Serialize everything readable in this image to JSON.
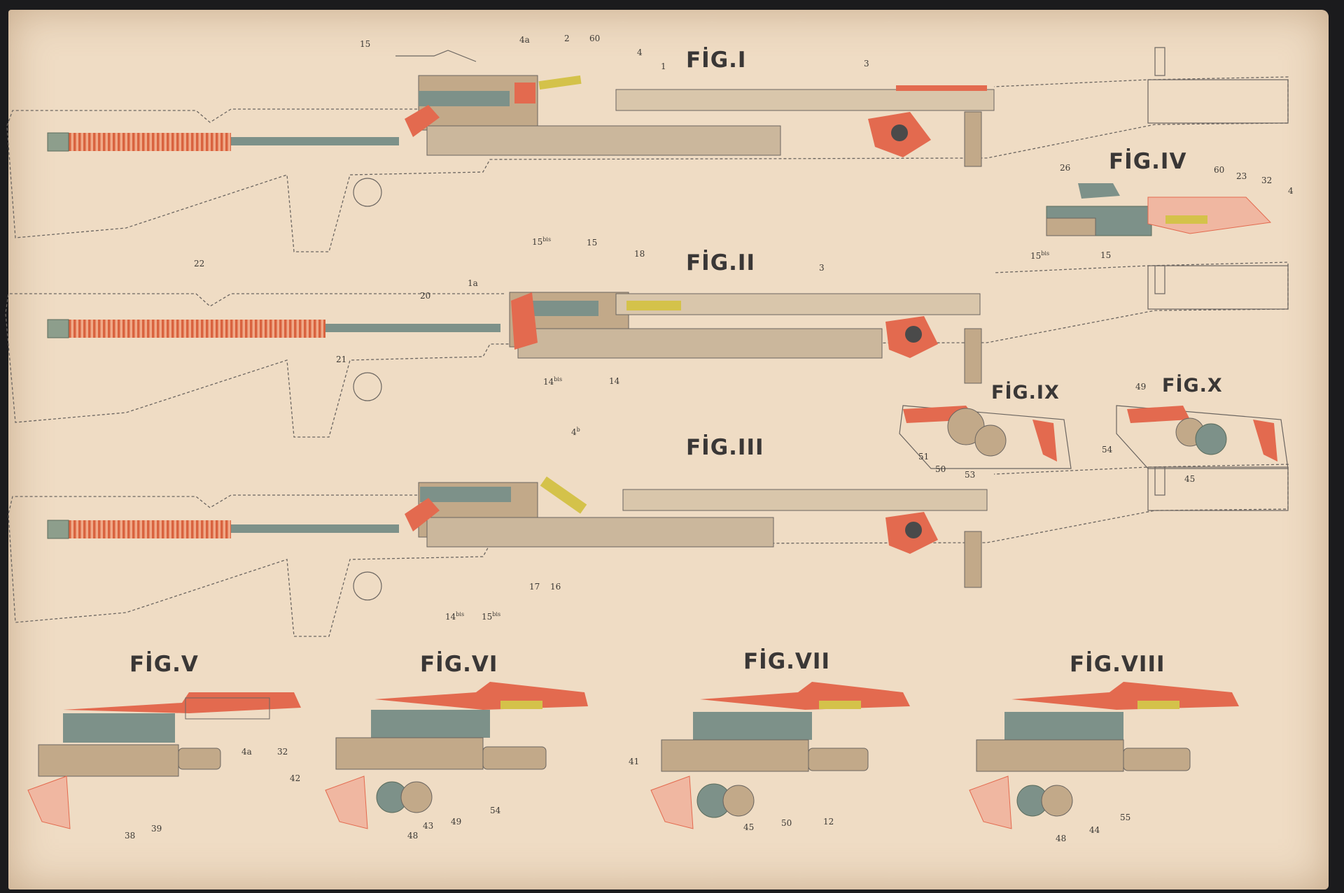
{
  "figures": {
    "fig1": "FİG.I",
    "fig2": "FİG.II",
    "fig3": "FİG.III",
    "fig4": "FİG.IV",
    "fig5": "FİG.V",
    "fig6": "FİG.VI",
    "fig7": "FİG.VII",
    "fig8": "FİG.VIII",
    "fig9": "FİG.IX",
    "fig10": "FİG.X"
  },
  "callouts": {
    "fig1": {
      "c15": "15",
      "c4a": "4a",
      "c2": "2",
      "c60": "60",
      "c4": "4",
      "c1": "1",
      "c3": "3"
    },
    "fig2": {
      "c15bis": "15",
      "c15bis_sup": "bis",
      "c15": "15",
      "c18": "18",
      "c1a": "1a",
      "c3": "3",
      "c22": "22",
      "c20": "20",
      "c21": "21",
      "c14bis": "14",
      "c14bis_sup": "bis",
      "c14": "14"
    },
    "fig3": {
      "c4b": "4",
      "c4b_sup": "b",
      "c17": "17",
      "c16": "16",
      "c14bis": "14",
      "c14bis_sup": "bis",
      "c15bis": "15",
      "c15bis_sup": "bis"
    },
    "fig4": {
      "c26": "26",
      "c60": "60",
      "c23": "23",
      "c32": "32",
      "c4": "4",
      "c15bis": "15",
      "c15bis_sup": "bis",
      "c15": "15"
    },
    "fig5": {
      "c4a": "4a",
      "c32": "32",
      "c38": "38",
      "c39": "39"
    },
    "fig6": {
      "c42": "42",
      "c54": "54",
      "c48": "48",
      "c43": "43",
      "c49": "49"
    },
    "fig7": {
      "c41": "41",
      "c45": "45",
      "c50": "50",
      "c12": "12"
    },
    "fig8": {
      "c48": "48",
      "c44": "44",
      "c55": "55"
    },
    "fig9": {
      "c51": "51",
      "c50": "50",
      "c53": "53"
    },
    "fig10": {
      "c49": "49",
      "c54": "54",
      "c45": "45"
    }
  },
  "colors": {
    "paper": "#efdcc4",
    "outline": "#6b6560",
    "barrel_tan": "#cbb79c",
    "mechanism_tan": "#c2a989",
    "steel_green": "#7d9189",
    "spring_red": "#e3765a",
    "red_parts": "#e36a4f",
    "cartridge_yellow": "#d4c24a",
    "ink": "#3a3736"
  }
}
